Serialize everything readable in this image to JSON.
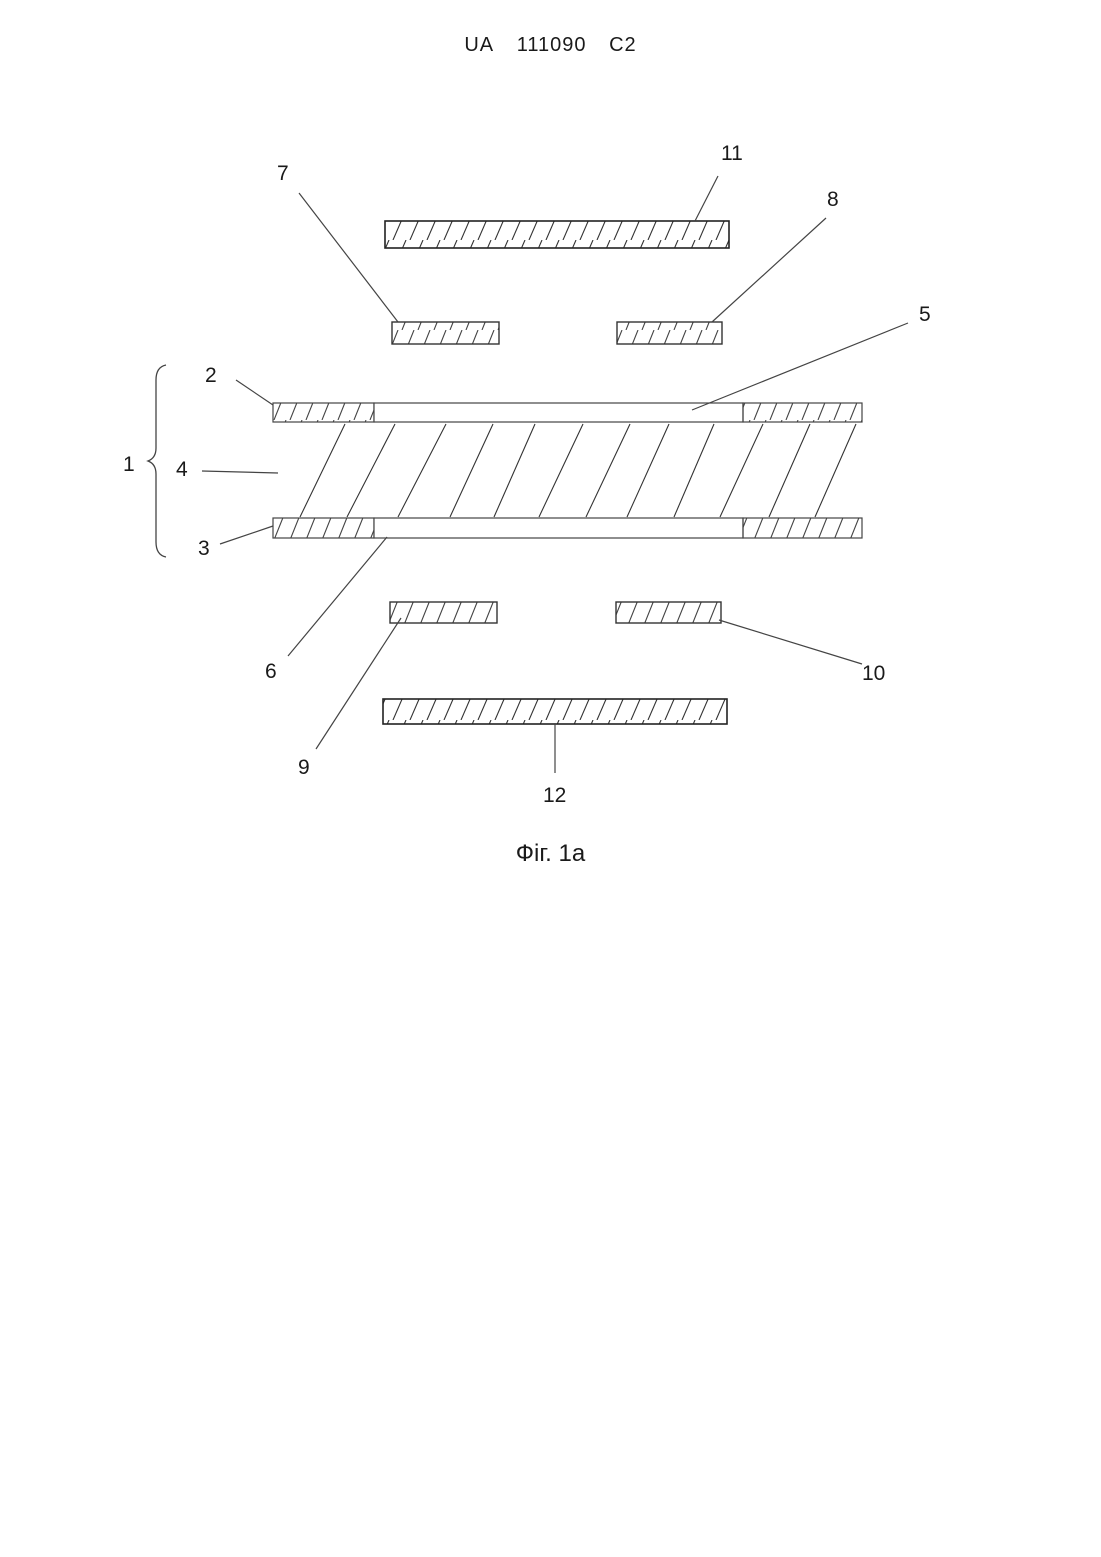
{
  "header": {
    "country": "UA",
    "number": "111090",
    "kind": "C2"
  },
  "caption": "Фіг. 1а",
  "labels": {
    "l1": "1",
    "l2": "2",
    "l3": "3",
    "l4": "4",
    "l5": "5",
    "l6": "6",
    "l7": "7",
    "l8": "8",
    "l9": "9",
    "l10": "10",
    "l11": "11",
    "l12": "12"
  }
}
